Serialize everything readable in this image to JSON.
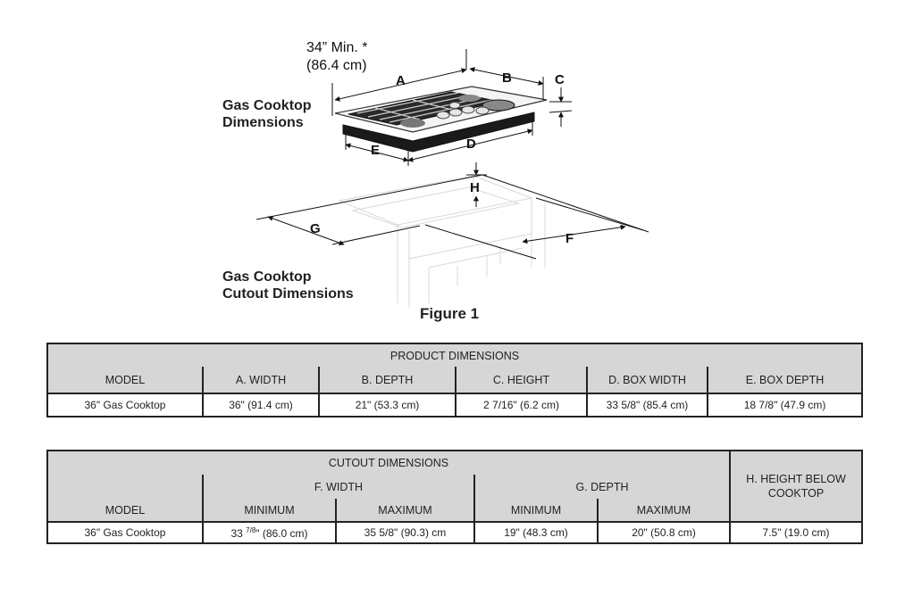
{
  "figure": {
    "min_note_line1": "34” Min. *",
    "min_note_line2": "(86.4 cm)",
    "label_cooktop_line1": "Gas Cooktop",
    "label_cooktop_line2": "Dimensions",
    "label_cutout_line1": "Gas Cooktop",
    "label_cutout_line2": "Cutout Dimensions",
    "caption": "Figure 1",
    "dim_letters": {
      "a": "A",
      "b": "B",
      "c": "C",
      "d": "D",
      "e": "E",
      "f": "F",
      "g": "G",
      "h": "H"
    }
  },
  "product_table": {
    "title": "PRODUCT DIMENSIONS",
    "headers": [
      "MODEL",
      "A. WIDTH",
      "B. DEPTH",
      "C. HEIGHT",
      "D. BOX WIDTH",
      "E. BOX DEPTH"
    ],
    "row": [
      "36\" Gas Cooktop",
      "36\" (91.4 cm)",
      "21\" (53.3 cm)",
      "2 7/16\" (6.2 cm)",
      "33 5/8\" (85.4 cm)",
      "18 7/8\" (47.9 cm)"
    ]
  },
  "cutout_table": {
    "title": "CUTOUT DIMENSIONS",
    "model_header": "MODEL",
    "f_header": "F. WIDTH",
    "g_header": "G. DEPTH",
    "h_header": "H. HEIGHT BELOW COOKTOP",
    "min_label": "MINIMUM",
    "max_label": "MAXIMUM",
    "row": {
      "model": "36\" Gas Cooktop",
      "f_min_whole": "33",
      "f_min_frac": "7/8",
      "f_min_rest": "\" (86.0 cm)",
      "f_max": "35 5/8\" (90.3) cm",
      "g_min": "19\" (48.3 cm)",
      "g_max": "20\" (50.8 cm)",
      "h": "7.5\" (19.0 cm)"
    }
  }
}
